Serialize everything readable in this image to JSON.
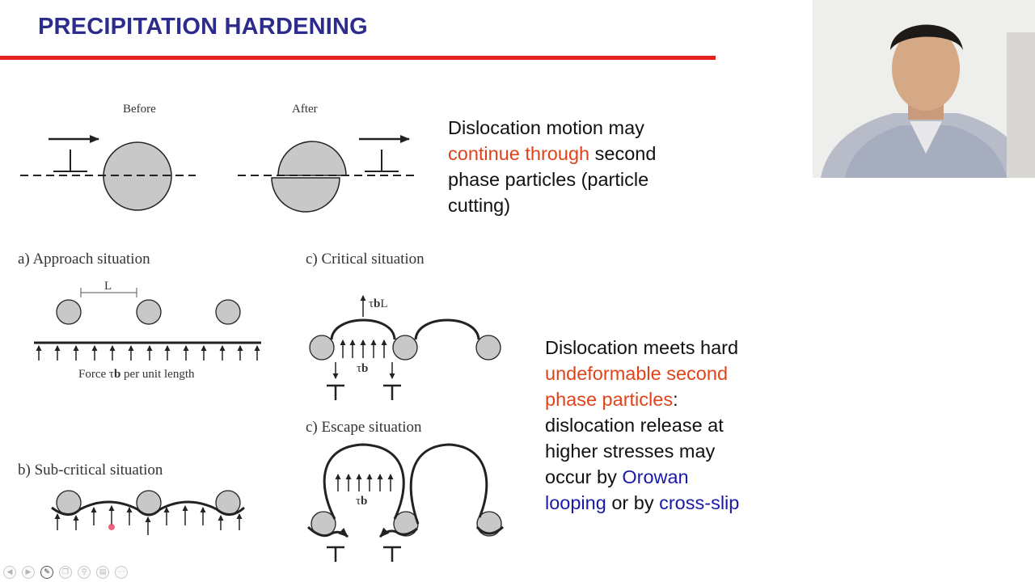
{
  "slide": {
    "title": "PRECIPITATION HARDENING",
    "accent_color": "#e5211f",
    "title_color": "#2c2c8c"
  },
  "cutting_diagram": {
    "before_label": "Before",
    "after_label": "After"
  },
  "text_cutting": {
    "part1": "Dislocation motion may",
    "highlight": "continue through",
    "part2": " second phase particles (particle cutting)"
  },
  "looping_diagram": {
    "approach_label": "a) Approach situation",
    "spacing_label": "L",
    "force_label_pre": "Force τ",
    "force_label_bold": "b",
    "force_label_post": " per unit length",
    "subcritical_label": "b) Sub-critical situation",
    "critical_label": "c) Critical situation",
    "critical_force_pre": "τ",
    "critical_force_bold": "b",
    "critical_force_post": "L",
    "critical_tau": "τ",
    "critical_b": "b",
    "escape_label": "c) Escape situation",
    "escape_tau": "τ",
    "escape_b": "b"
  },
  "text_looping": {
    "part1": "Dislocation meets hard ",
    "highlight1": "undeformable second phase particles",
    "part2": ": dislocation release at higher stresses may occur by ",
    "highlight2": "Orowan looping",
    "part3": " or by ",
    "highlight3": "cross-slip",
    "highlight_orange": "#e0431a",
    "highlight_blue": "#1a1aa8"
  },
  "toolbar": {
    "icons": [
      "prev-icon",
      "next-icon",
      "pen-icon",
      "copy-icon",
      "zoom-icon",
      "slides-icon",
      "more-icon"
    ]
  }
}
